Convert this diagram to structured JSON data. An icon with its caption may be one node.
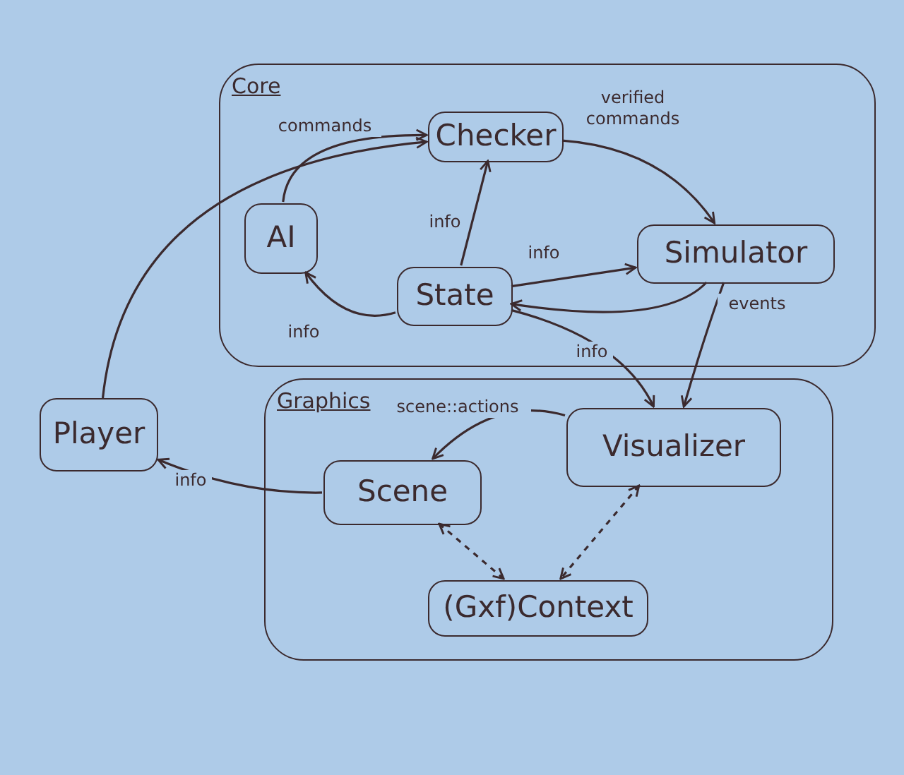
{
  "diagram": {
    "nodes": [
      {
        "text": [
          "Core"
        ]
      },
      {
        "text": [
          "Checker"
        ],
        "in": 0
      },
      {
        "text": [
          "AI"
        ],
        "in": 0
      },
      {
        "text": [
          "Simulator"
        ],
        "in": 0
      },
      {
        "text": [
          "State"
        ],
        "in": 0
      },
      {
        "text": [
          "Player"
        ]
      },
      {
        "text": [
          "Graphics"
        ]
      },
      {
        "text": [
          "Scene"
        ],
        "in": 6
      },
      {
        "text": [
          "Visualizer"
        ],
        "in": 6
      },
      {
        "text": [
          "(Gxf)Context"
        ],
        "in": 6
      }
    ],
    "edges": [
      {
        "from": 5,
        "to": 1,
        "arrow": "to",
        "label": "commands"
      },
      {
        "from": 2,
        "to": 1,
        "arrow": "to"
      },
      {
        "from": 1,
        "to": 3,
        "arrow": "to",
        "label": "verified commands"
      },
      {
        "from": 4,
        "to": 1,
        "arrow": "to",
        "label": "info"
      },
      {
        "from": 4,
        "to": 3,
        "arrow": "to",
        "label": "info"
      },
      {
        "from": 4,
        "to": 2,
        "arrow": "to",
        "label": "info"
      },
      {
        "from": 3,
        "to": 4,
        "arrow": "to",
        "label": "events"
      },
      {
        "from": 3,
        "to": 8,
        "arrow": "to"
      },
      {
        "from": 4,
        "to": 8,
        "arrow": "to",
        "label": "info"
      },
      {
        "from": 8,
        "to": 7,
        "arrow": "to",
        "label": "scene::actions"
      },
      {
        "from": 7,
        "to": 5,
        "arrow": "to",
        "label": "info"
      },
      {
        "from": 7,
        "to": 9,
        "arrow": "both",
        "style": "dashed"
      },
      {
        "from": 8,
        "to": 9,
        "arrow": "both",
        "style": "dashed"
      }
    ]
  }
}
